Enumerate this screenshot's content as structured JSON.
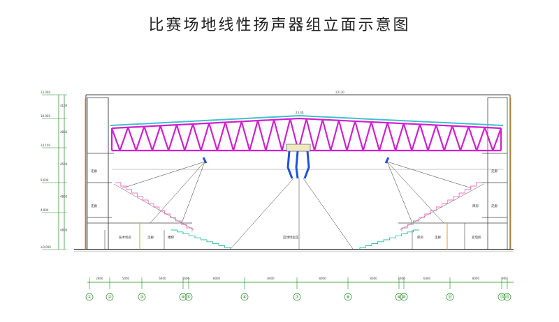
{
  "title": "比赛场地线性扬声器组立面示意图",
  "top_dimension": "23130",
  "ridge_dimension": "23.40",
  "rooms": {
    "left_upper": "走廊",
    "left_mid": "走廊",
    "left_lower_1": "技术机房",
    "left_lower_2": "走廊",
    "left_lower_3": "楼梯",
    "center": "篮球场主区",
    "right_lower_1": "库房",
    "right_lower_2": "走廊",
    "right_lower_3": "变电所",
    "right_mid_1": "库房",
    "right_mid_2": "走廊",
    "right_upper": "走廊"
  },
  "bottom_dimensions": [
    "2800",
    "5000",
    "6400",
    "1600",
    "8000",
    "8000",
    "8000",
    "8000",
    "1600",
    "6400",
    "8000",
    "900"
  ],
  "axis_labels": [
    "①",
    "②",
    "③",
    "④",
    "⑤",
    "⑥",
    "⑦",
    "⑧",
    "⑨",
    "⑩",
    "⑪",
    "⑫",
    "⑬"
  ],
  "left_elevations": [
    "23.000",
    "18.900",
    "14.100",
    "9.600",
    "4.800",
    "±0.000"
  ],
  "left_dimensions": [
    "4100",
    "4800",
    "4500",
    "4800",
    "4800"
  ],
  "colors": {
    "truss": "#d020d0",
    "roof": "#40c0d0",
    "structure": "#444444",
    "seating": "#ff70c0",
    "stairs": "#20c0a0",
    "speaker": "#2050e0",
    "grid": "#1a8a1a",
    "beam": "#e0b040"
  }
}
